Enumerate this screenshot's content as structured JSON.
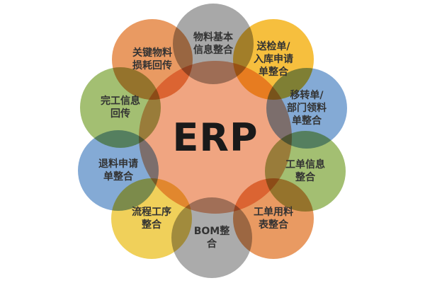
{
  "center": {
    "label": "ERP",
    "color": "#f0a581"
  },
  "nodes": [
    {
      "label": "物料基本\n信息整合",
      "color": "#a8a8a8"
    },
    {
      "label": "送检单/\n入库申请\n单整合",
      "color": "#f6bf3e"
    },
    {
      "label": "移转单/\n部门领料\n单整合",
      "color": "#84aad5"
    },
    {
      "label": "工单信息\n整合",
      "color": "#a3bf72"
    },
    {
      "label": "工单用料\n表整合",
      "color": "#e99a62"
    },
    {
      "label": "BOM整\n合",
      "color": "#ababab"
    },
    {
      "label": "流程工序\n整合",
      "color": "#f0d05a"
    },
    {
      "label": "退料申请\n单整合",
      "color": "#84aad5"
    },
    {
      "label": "完工信息\n回传",
      "color": "#a3bf72"
    },
    {
      "label": "关键物料\n损耗回传",
      "color": "#e99a62"
    }
  ]
}
